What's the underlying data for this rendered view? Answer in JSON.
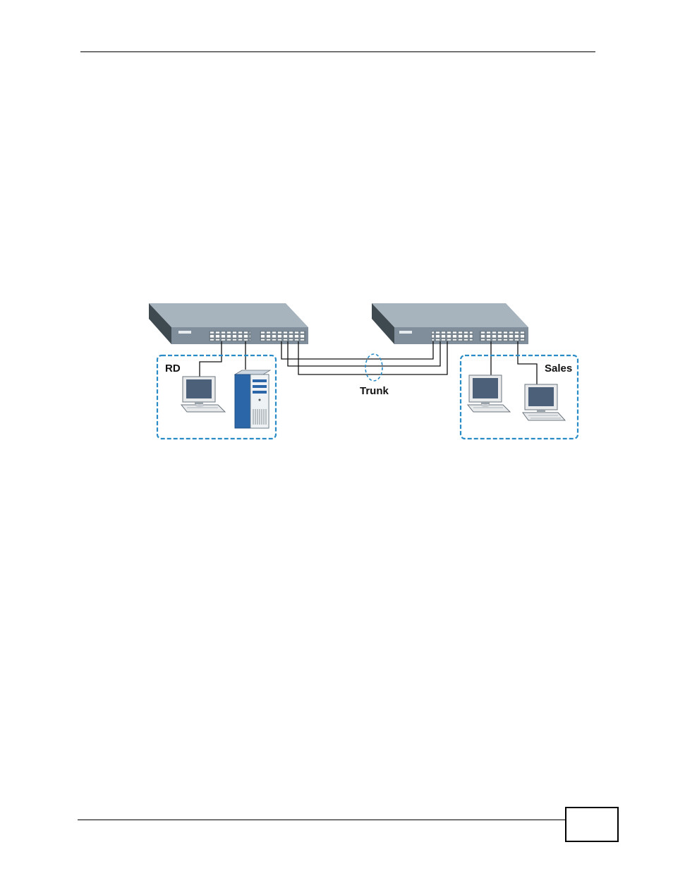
{
  "header": {
    "rule": true
  },
  "footer": {
    "page_number": ""
  },
  "figure": {
    "groups": [
      {
        "label": "RD"
      },
      {
        "label": "Sales"
      }
    ],
    "trunk_label": "Trunk",
    "colors": {
      "group_border": "#2a8cc7",
      "switch_top": "#a7b3bd",
      "switch_front": "#7f8e9a",
      "switch_side": "#3e4950",
      "monitor_screen": "#4d6079",
      "server_body": "#2a66a8"
    }
  }
}
